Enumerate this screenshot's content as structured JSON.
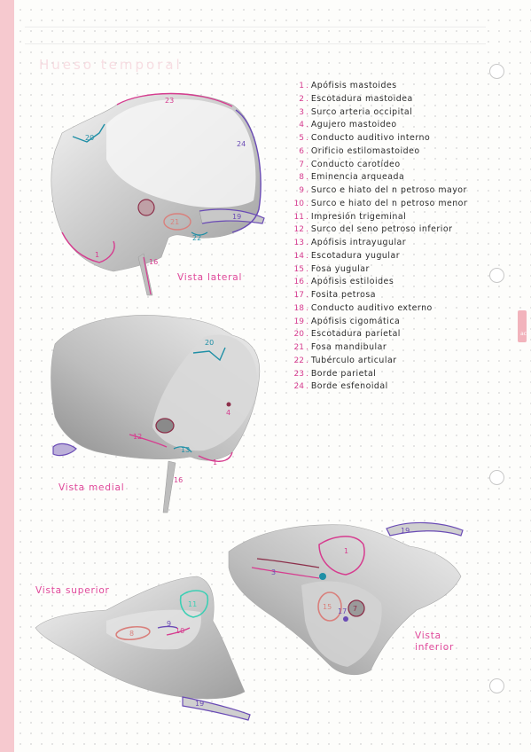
{
  "title": "Hueso temporal",
  "legend": [
    {
      "num": "1",
      "text": "Apófisis mastoides"
    },
    {
      "num": "2",
      "text": "Escotadura mastoidea"
    },
    {
      "num": "3",
      "text": "Surco arteria occipital"
    },
    {
      "num": "4",
      "text": "Agujero mastoideo"
    },
    {
      "num": "5",
      "text": "Conducto auditivo interno"
    },
    {
      "num": "6",
      "text": "Orificio estilomastoideo"
    },
    {
      "num": "7",
      "text": "Conducto carotídeo"
    },
    {
      "num": "8",
      "text": "Eminencia arqueada"
    },
    {
      "num": "9",
      "text": "Surco e hiato del n petroso mayor"
    },
    {
      "num": "10",
      "text": "Surco e hiato del n petroso menor"
    },
    {
      "num": "11",
      "text": "Impresión trigeminal"
    },
    {
      "num": "12",
      "text": "Surco del seno petroso inferior"
    },
    {
      "num": "13",
      "text": "Apófisis intrayugular"
    },
    {
      "num": "14",
      "text": "Escotadura yugular"
    },
    {
      "num": "15",
      "text": "Fosa yugular"
    },
    {
      "num": "16",
      "text": "Apófisis estiloides"
    },
    {
      "num": "17",
      "text": "Fosita petrosa"
    },
    {
      "num": "18",
      "text": "Conducto auditivo externo"
    },
    {
      "num": "19",
      "text": "Apófisis cigomática"
    },
    {
      "num": "20",
      "text": "Escotadura parietal"
    },
    {
      "num": "21",
      "text": "Fosa mandibular"
    },
    {
      "num": "22",
      "text": "Tubérculo articular"
    },
    {
      "num": "23",
      "text": "Borde parietal"
    },
    {
      "num": "24",
      "text": "Borde esfenoidal"
    }
  ],
  "views": {
    "lateral": "Vista lateral",
    "medial": "Vista medial",
    "superior": "Vista superior",
    "inferior": "Vista\ninferior"
  },
  "figure_numbers": {
    "lateral": [
      "23",
      "20",
      "24",
      "19",
      "21",
      "22",
      "16",
      "1"
    ],
    "medial": [
      "20",
      "4",
      "13",
      "12",
      "16",
      "1"
    ],
    "superior": [
      "11",
      "8",
      "9",
      "10",
      "19"
    ],
    "inferior": [
      "19",
      "1",
      "3",
      "15",
      "7",
      "17"
    ]
  },
  "brand_tab": "ac",
  "colors": {
    "pink": "#d63c8f",
    "magenta": "#e0479a",
    "purple": "#6a4bb5",
    "teal": "#1f8fa6",
    "salmon": "#d9807c",
    "dark_red": "#8c2f4a",
    "mint": "#3ccfb4",
    "bone": "#b9b9b9"
  }
}
